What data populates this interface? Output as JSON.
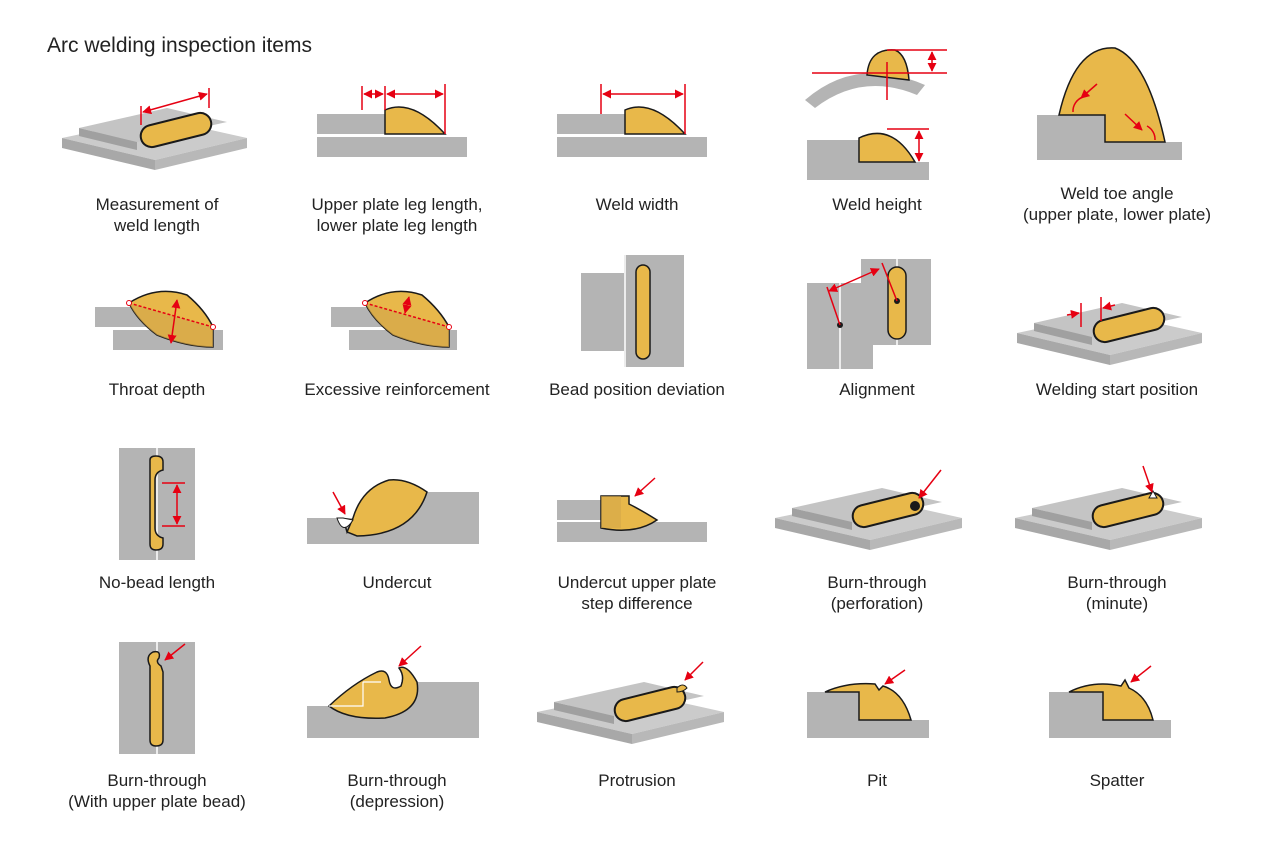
{
  "title": "Arc welding inspection items",
  "colors": {
    "plate": "#b4b4b4",
    "plate_light": "#cbcbcb",
    "plate_dark": "#9a9a9a",
    "bead": "#e8b84a",
    "bead_dark": "#c99a33",
    "arrow": "#e60012",
    "outline": "#1a1a1a"
  },
  "items": [
    {
      "label": [
        "Measurement of",
        "weld length"
      ]
    },
    {
      "label": [
        "Upper plate leg length,",
        "lower plate leg length"
      ]
    },
    {
      "label": [
        "Weld width"
      ]
    },
    {
      "label": [
        "Weld height"
      ]
    },
    {
      "label": [
        "Weld toe angle",
        "(upper plate, lower plate)"
      ]
    },
    {
      "label": [
        "Throat depth"
      ]
    },
    {
      "label": [
        "Excessive reinforcement"
      ]
    },
    {
      "label": [
        "Bead position deviation"
      ]
    },
    {
      "label": [
        "Alignment"
      ]
    },
    {
      "label": [
        "Welding start position"
      ]
    },
    {
      "label": [
        "No-bead length"
      ]
    },
    {
      "label": [
        "Undercut"
      ]
    },
    {
      "label": [
        "Undercut upper plate",
        "step difference"
      ]
    },
    {
      "label": [
        "Burn-through",
        "(perforation)"
      ]
    },
    {
      "label": [
        "Burn-through",
        "(minute)"
      ]
    },
    {
      "label": [
        "Burn-through",
        "(With upper plate bead)"
      ]
    },
    {
      "label": [
        "Burn-through",
        "(depression)"
      ]
    },
    {
      "label": [
        "Protrusion"
      ]
    },
    {
      "label": [
        "Pit"
      ]
    },
    {
      "label": [
        "Spatter"
      ]
    }
  ]
}
